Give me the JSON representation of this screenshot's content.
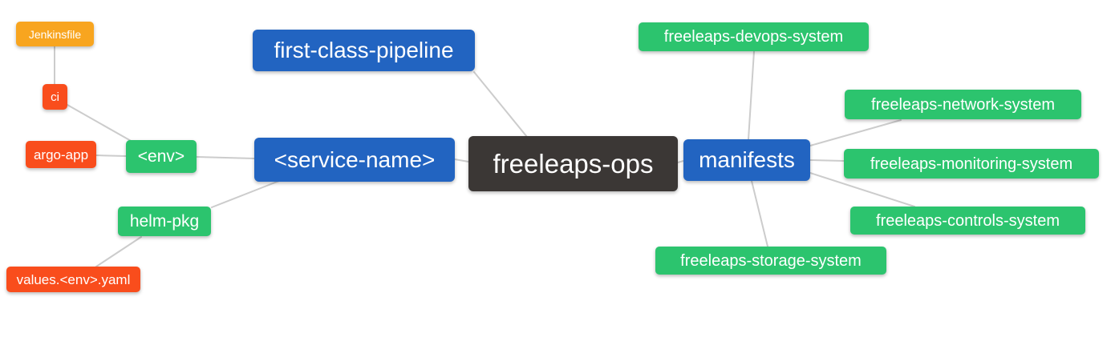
{
  "mindmap": {
    "title": "freeleaps-ops repository mind map",
    "root_label": "freeleaps-ops",
    "colors": {
      "blue": "#2264C1",
      "green": "#2CC46E",
      "orange": "#F8A51F",
      "red": "#F94D1C",
      "dark": "#3B3735",
      "edge": "#CCCCCC",
      "background": "#FFFFFF",
      "text": "#FFFFFF"
    },
    "nodes": [
      {
        "id": "jenkinsfile",
        "label": "Jenkinsfile",
        "color_role": "orange"
      },
      {
        "id": "ci",
        "label": "ci",
        "color_role": "red"
      },
      {
        "id": "argo-app",
        "label": "argo-app",
        "color_role": "red"
      },
      {
        "id": "env",
        "label": "<env>",
        "color_role": "green"
      },
      {
        "id": "first-class-pipeline",
        "label": "first-class-pipeline",
        "color_role": "blue"
      },
      {
        "id": "service-name",
        "label": "<service-name>",
        "color_role": "blue"
      },
      {
        "id": "freeleaps-ops",
        "label": "freeleaps-ops",
        "color_role": "dark"
      },
      {
        "id": "manifests",
        "label": "manifests",
        "color_role": "blue"
      },
      {
        "id": "freeleaps-devops-system",
        "label": "freeleaps-devops-system",
        "color_role": "green"
      },
      {
        "id": "freeleaps-network-system",
        "label": "freeleaps-network-system",
        "color_role": "green"
      },
      {
        "id": "freeleaps-monitoring-system",
        "label": "freeleaps-monitoring-system",
        "color_role": "green"
      },
      {
        "id": "freeleaps-controls-system",
        "label": "freeleaps-controls-system",
        "color_role": "green"
      },
      {
        "id": "freeleaps-storage-system",
        "label": "freeleaps-storage-system",
        "color_role": "green"
      },
      {
        "id": "helm-pkg",
        "label": "helm-pkg",
        "color_role": "green"
      },
      {
        "id": "values-env-yaml",
        "label": "values.<env>.yaml",
        "color_role": "red"
      }
    ],
    "edges": [
      {
        "from": "jenkinsfile",
        "to": "ci"
      },
      {
        "from": "ci",
        "to": "env"
      },
      {
        "from": "argo-app",
        "to": "env"
      },
      {
        "from": "env",
        "to": "service-name"
      },
      {
        "from": "helm-pkg",
        "to": "service-name"
      },
      {
        "from": "values-env-yaml",
        "to": "helm-pkg"
      },
      {
        "from": "first-class-pipeline",
        "to": "freeleaps-ops"
      },
      {
        "from": "service-name",
        "to": "freeleaps-ops"
      },
      {
        "from": "freeleaps-ops",
        "to": "manifests"
      },
      {
        "from": "manifests",
        "to": "freeleaps-devops-system"
      },
      {
        "from": "manifests",
        "to": "freeleaps-network-system"
      },
      {
        "from": "manifests",
        "to": "freeleaps-monitoring-system"
      },
      {
        "from": "manifests",
        "to": "freeleaps-controls-system"
      },
      {
        "from": "manifests",
        "to": "freeleaps-storage-system"
      }
    ]
  }
}
